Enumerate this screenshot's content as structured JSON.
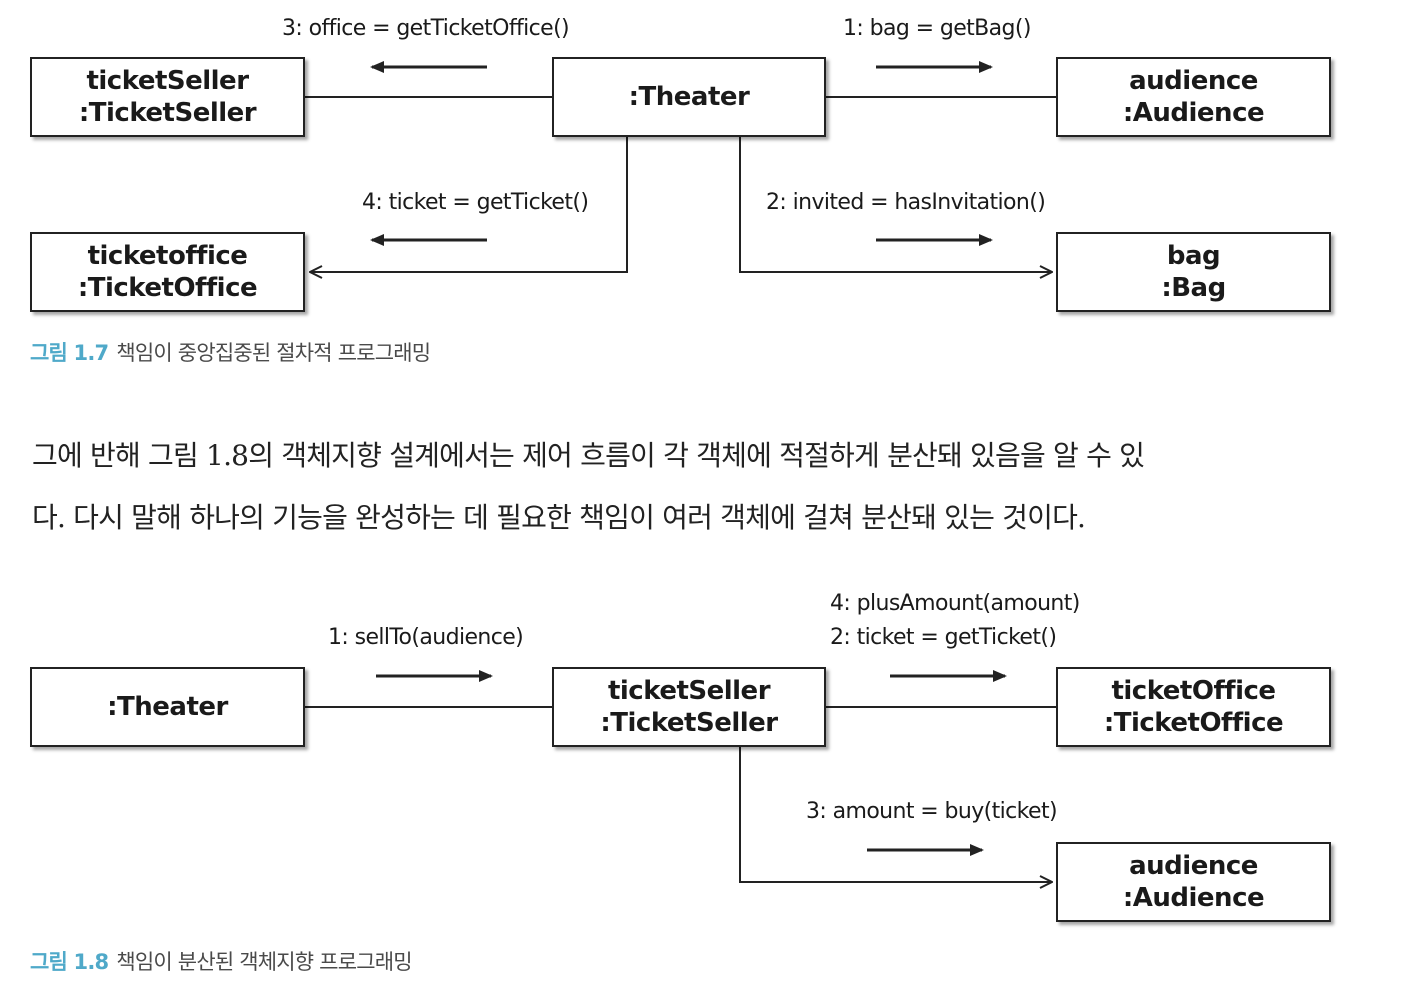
{
  "figure_1_7": {
    "nodes": {
      "theater": ":Theater",
      "ticket_seller": {
        "line1": "ticketSeller",
        "line2": ":TicketSeller"
      },
      "audience": {
        "line1": "audience",
        "line2": ":Audience"
      },
      "ticket_office": {
        "line1": "ticketoffice",
        "line2": ":TicketOffice"
      },
      "bag": {
        "line1": "bag",
        "line2": ":Bag"
      }
    },
    "messages": {
      "m1": "1: bag = getBag()",
      "m2": "2: invited = hasInvitation()",
      "m3": "3: office = getTicketOffice()",
      "m4": "4: ticket = getTicket()"
    },
    "caption": {
      "number": "그림 1.7",
      "text": "책임이 중앙집중된 절차적 프로그래밍"
    }
  },
  "paragraph": {
    "line1": "그에 반해 그림 1.8의 객체지향 설계에서는 제어 흐름이 각 객체에 적절하게 분산돼 있음을 알 수 있",
    "line2": "다. 다시 말해 하나의 기능을 완성하는 데 필요한 책임이 여러 객체에 걸쳐 분산돼 있는 것이다."
  },
  "figure_1_8": {
    "nodes": {
      "theater": ":Theater",
      "ticket_seller": {
        "line1": "ticketSeller",
        "line2": ":TicketSeller"
      },
      "ticket_office": {
        "line1": "ticketOffice",
        "line2": ":TicketOffice"
      },
      "audience": {
        "line1": "audience",
        "line2": ":Audience"
      }
    },
    "messages": {
      "m1": "1: sellTo(audience)",
      "m4": "4: plusAmount(amount)",
      "m2": "2: ticket = getTicket()",
      "m3": "3: amount = buy(ticket)"
    },
    "caption": {
      "number": "그림 1.8",
      "text": "책임이 분산된 객체지향 프로그래밍"
    }
  }
}
